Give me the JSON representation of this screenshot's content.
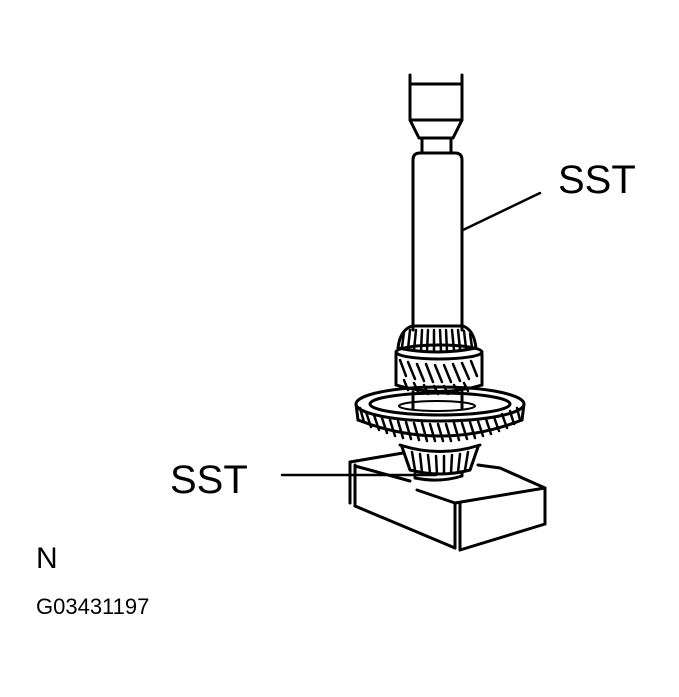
{
  "diagram": {
    "type": "technical-service-illustration",
    "subject": "Special service tool pressing gear and bearing assembly on shaft, supported on block",
    "colors": {
      "line": "#000000",
      "background": "#ffffff"
    },
    "callouts": [
      {
        "id": "sst-top",
        "text": "SST",
        "points_to": "press-tool-shaft"
      },
      {
        "id": "sst-bottom",
        "text": "SST",
        "points_to": "support-block-adapter"
      }
    ],
    "view_label": "N",
    "figure_id": "G03431197"
  }
}
